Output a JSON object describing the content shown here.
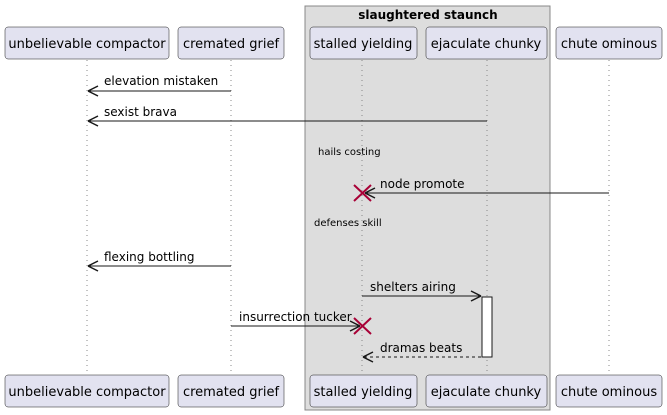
{
  "group": {
    "label": "slaughtered staunch"
  },
  "participants": [
    {
      "id": "p1",
      "label": "unbelievable compactor"
    },
    {
      "id": "p2",
      "label": "cremated grief"
    },
    {
      "id": "p3",
      "label": "stalled yielding"
    },
    {
      "id": "p4",
      "label": "ejaculate chunky"
    },
    {
      "id": "p5",
      "label": "chute ominous"
    }
  ],
  "messages": [
    {
      "from": "p2",
      "to": "p1",
      "label": "elevation mistaken",
      "style": "solid"
    },
    {
      "from": "p4",
      "to": "p1",
      "label": "sexist brava",
      "style": "solid"
    },
    {
      "from": "p5",
      "to": "p3",
      "label": "node promote",
      "style": "solid",
      "destroy": true
    },
    {
      "from": "p2",
      "to": "p1",
      "label": "flexing bottling",
      "style": "solid"
    },
    {
      "from": "p3",
      "to": "p4",
      "label": "shelters airing",
      "style": "solid"
    },
    {
      "from": "p2",
      "to": "p3",
      "label": "insurrection tucker",
      "style": "solid",
      "destroy": true
    },
    {
      "from": "p4",
      "to": "p3",
      "label": "dramas beats",
      "style": "dashed"
    }
  ],
  "dividers": [
    {
      "label": "hails costing"
    },
    {
      "label": "defenses skill"
    }
  ],
  "colors": {
    "participant_fill": "#E2E2F0",
    "participant_border": "#181818",
    "group_fill": "#DDDDDD",
    "group_border": "#888888",
    "lifeline": "#888888",
    "destroy": "#A80036"
  }
}
